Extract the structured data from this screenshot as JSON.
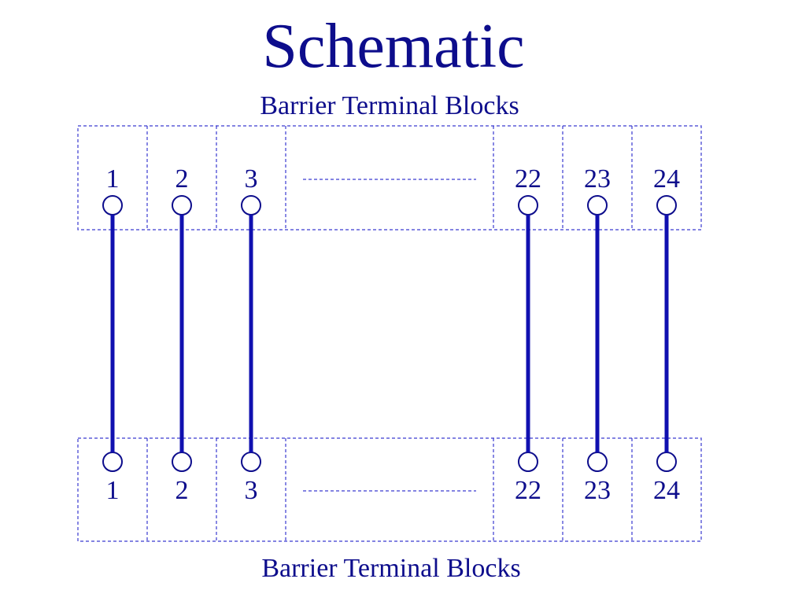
{
  "title": "Schematic",
  "top_block_label": "Barrier Terminal Blocks",
  "bottom_block_label": "Barrier Terminal Blocks",
  "terminals": [
    "1",
    "2",
    "3",
    "22",
    "23",
    "24"
  ],
  "colors": {
    "ink": "#0d0d8c",
    "wire": "#1010b0",
    "dashed": "#3a3ad0"
  }
}
